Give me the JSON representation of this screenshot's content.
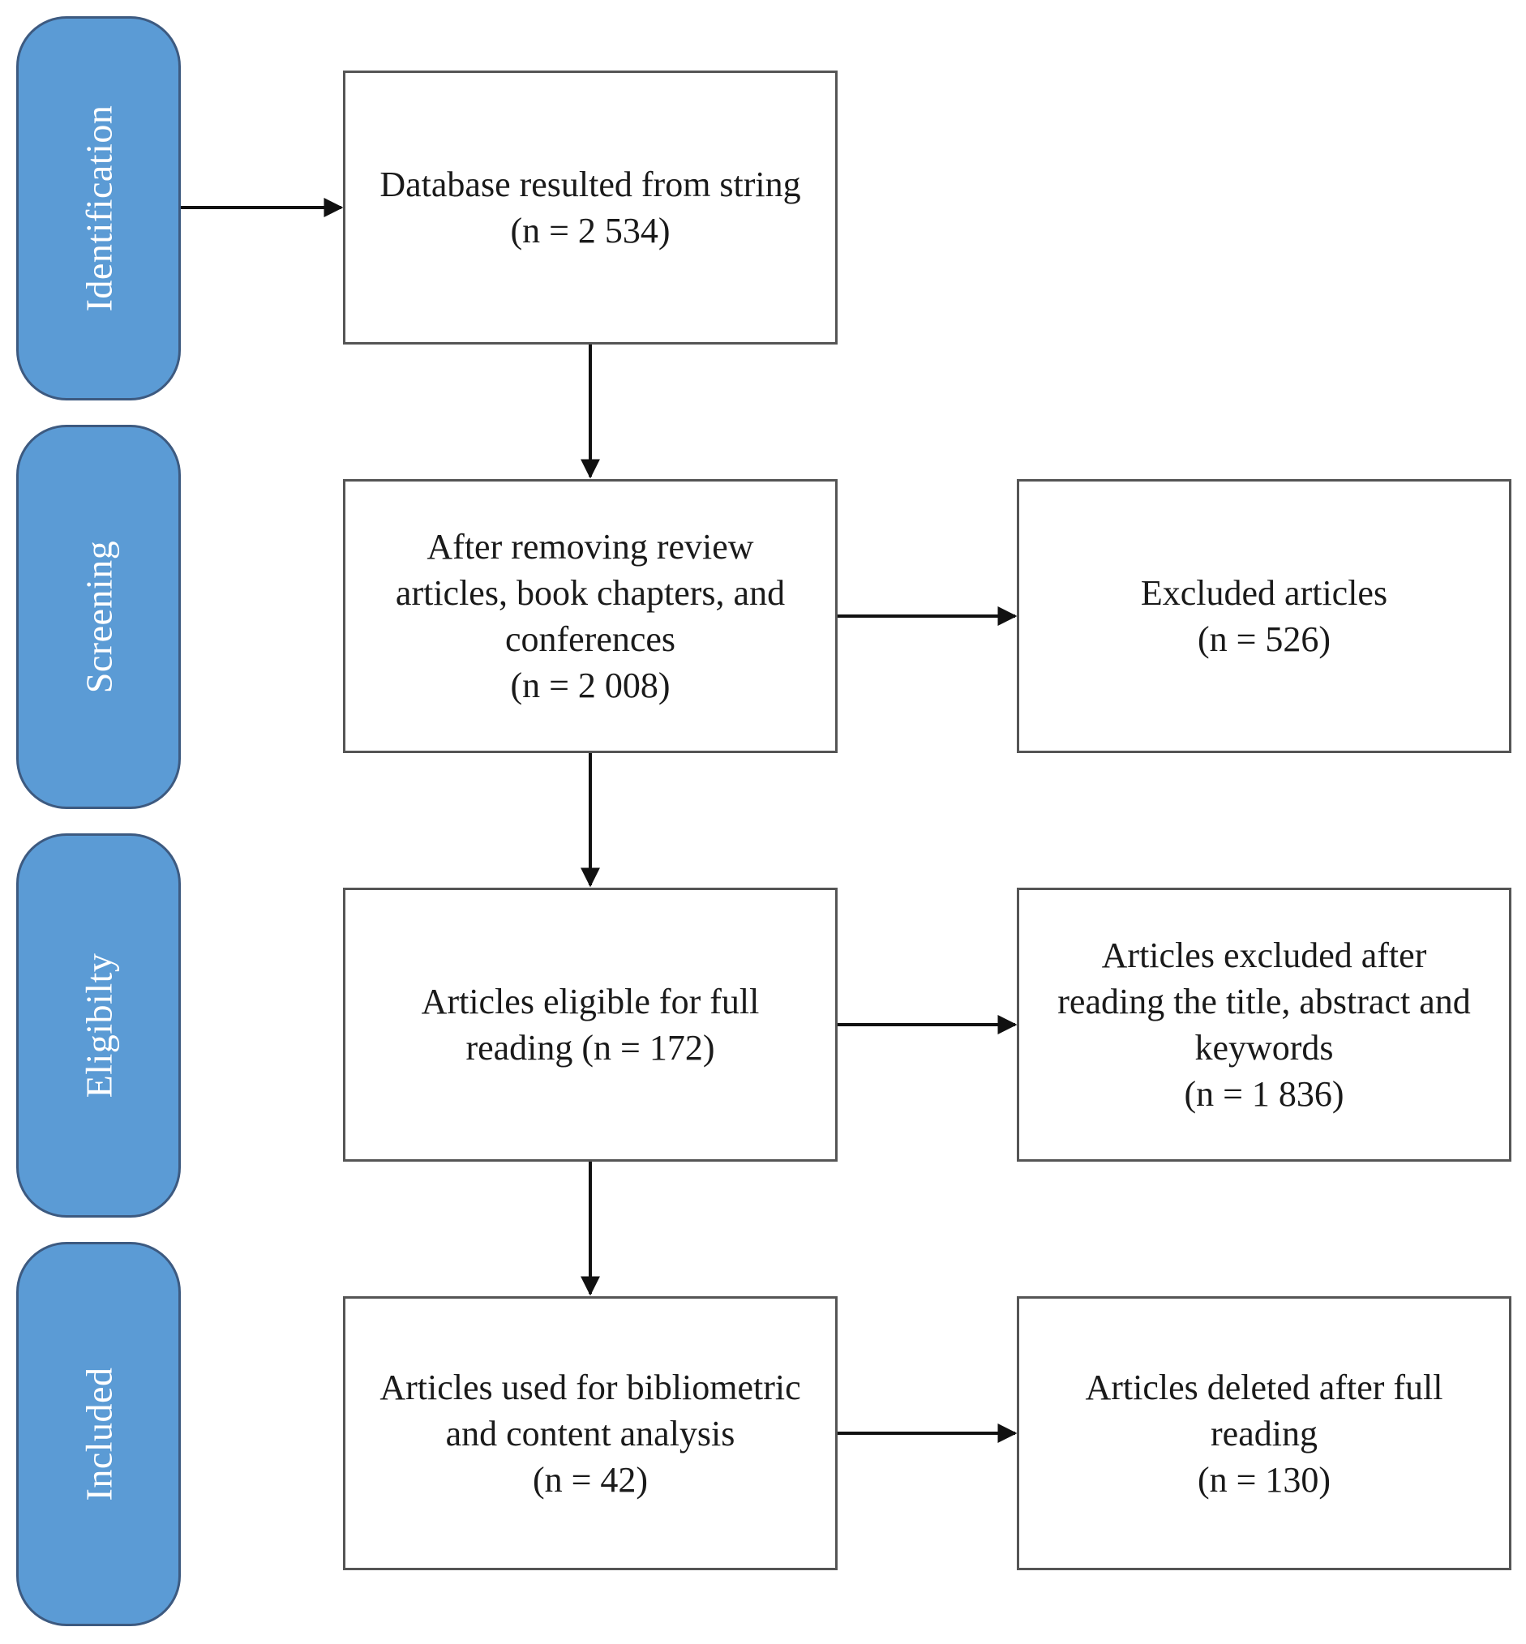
{
  "colors": {
    "stage_fill": "#5b9bd5",
    "stage_border": "#3d5a80",
    "box_border": "#555555",
    "arrow": "#111111",
    "stage_text": "#ffffff"
  },
  "stages": [
    {
      "id": "identification",
      "label": "Identification"
    },
    {
      "id": "screening",
      "label": "Screening"
    },
    {
      "id": "eligibility",
      "label": "Eligibilty"
    },
    {
      "id": "included",
      "label": "Included"
    }
  ],
  "main_boxes": [
    {
      "id": "database",
      "lines": [
        "Database resulted from string",
        "(n = 2 534)"
      ]
    },
    {
      "id": "after-removing",
      "lines": [
        "After removing review",
        "articles, book chapters, and",
        "conferences",
        "(n = 2 008)"
      ]
    },
    {
      "id": "eligible",
      "lines": [
        "Articles eligible for full",
        "reading (n = 172)"
      ]
    },
    {
      "id": "used",
      "lines": [
        "Articles used for bibliometric",
        "and content analysis",
        "(n = 42)"
      ]
    }
  ],
  "side_boxes": [
    {
      "id": "excluded",
      "lines": [
        "Excluded articles",
        "(n = 526)"
      ]
    },
    {
      "id": "excluded-after-reading",
      "lines": [
        "Articles excluded after",
        "reading the title, abstract and",
        "keywords",
        "(n = 1 836)"
      ]
    },
    {
      "id": "deleted",
      "lines": [
        "Articles deleted after full",
        "reading",
        "(n = 130)"
      ]
    }
  ]
}
